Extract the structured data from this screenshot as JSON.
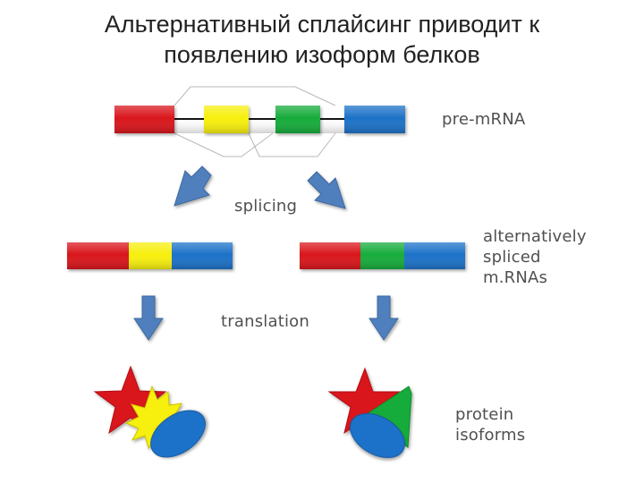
{
  "title": {
    "line1": "Альтернативный сплайсинг приводит к",
    "line2": "появлению изоформ белков"
  },
  "labels": {
    "pre_mrna": "pre-mRNA",
    "splicing": "splicing",
    "alt_line1": "alternatively",
    "alt_line2": "spliced",
    "alt_line3": "m.RNAs",
    "translation": "translation",
    "protein_line1": "protein",
    "protein_line2": "isoforms"
  },
  "colors": {
    "exon_red": "#d9151a",
    "exon_yellow": "#f7ef0a",
    "exon_green": "#19ac3a",
    "exon_blue": "#1f72c8",
    "arrow_blue": "#4f80bd",
    "intron_line": "#111111",
    "splice_guide": "#b8b8b8",
    "label_text": "#505050"
  }
}
